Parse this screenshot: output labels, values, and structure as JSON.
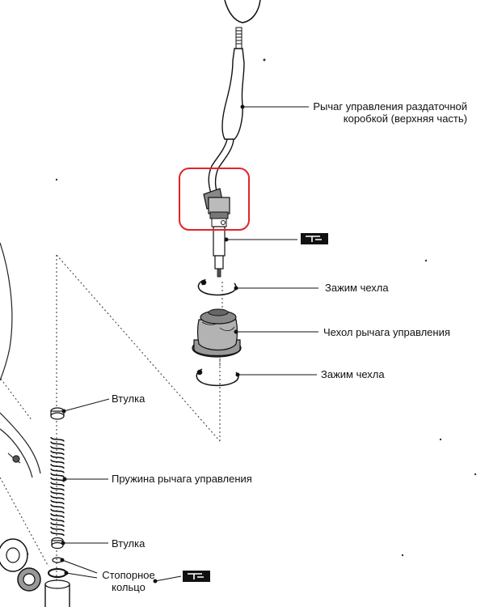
{
  "labels": {
    "upper_lever": [
      "Рычаг управления раздаточной",
      "коробкой (верхняя часть)"
    ],
    "boot_clamp_top": "Зажим чехла",
    "lever_boot": "Чехол рычага управления",
    "boot_clamp_bottom": "Зажим чехла",
    "bushing_top": "Втулка",
    "lever_spring": "Пружина рычага управления",
    "bushing_bottom": "Втулка",
    "snap_ring": [
      "Стопорное",
      "кольцо"
    ]
  },
  "colors": {
    "ink": "#111111",
    "highlight": "#e0242a",
    "part_fill": "#8a8a8a",
    "badge": "#111111"
  },
  "icons": [
    "torque-spec-icon",
    "torque-spec-icon"
  ]
}
